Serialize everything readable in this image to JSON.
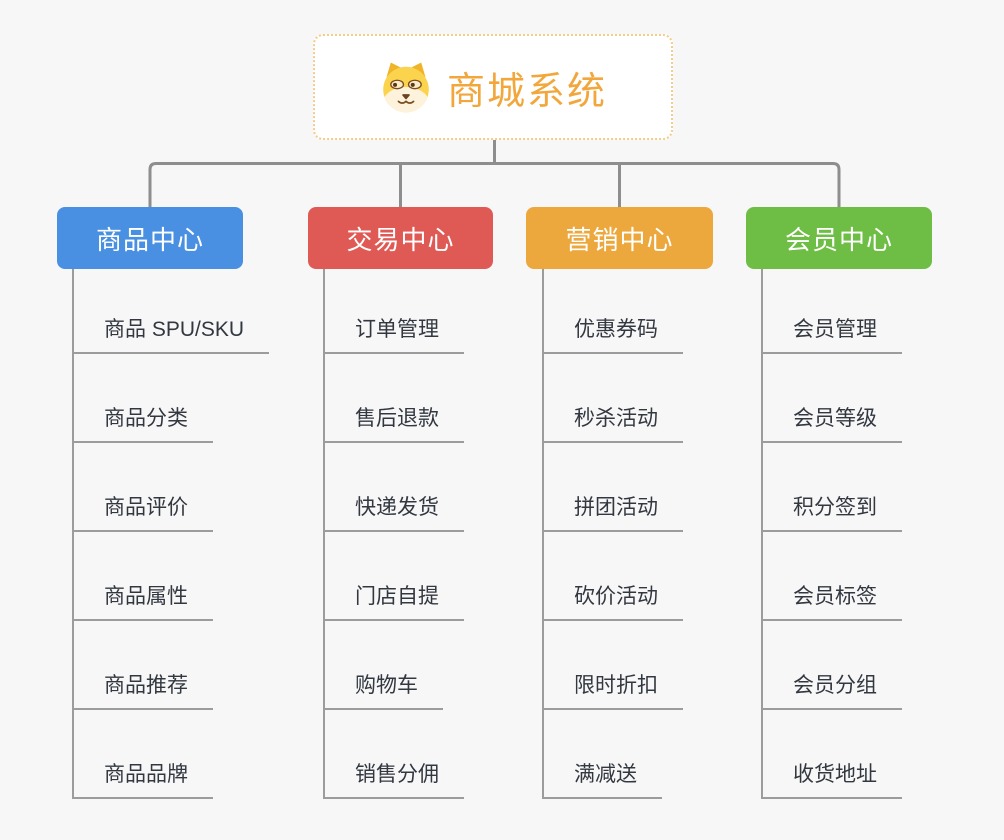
{
  "root": {
    "title": "商城系统",
    "icon": "dog-face-icon"
  },
  "branches": [
    {
      "label": "商品中心",
      "color": "#4A90E2",
      "items": [
        "商品 SPU/SKU",
        "商品分类",
        "商品评价",
        "商品属性",
        "商品推荐",
        "商品品牌"
      ]
    },
    {
      "label": "交易中心",
      "color": "#E05A55",
      "items": [
        "订单管理",
        "售后退款",
        "快递发货",
        "门店自提",
        "购物车",
        "销售分佣"
      ]
    },
    {
      "label": "营销中心",
      "color": "#ECA83C",
      "items": [
        "优惠券码",
        "秒杀活动",
        "拼团活动",
        "砍价活动",
        "限时折扣",
        "满减送"
      ]
    },
    {
      "label": "会员中心",
      "color": "#6EBE46",
      "items": [
        "会员管理",
        "会员等级",
        "积分签到",
        "会员标签",
        "会员分组",
        "收货地址"
      ]
    }
  ],
  "colors": {
    "background": "#F7F7F7",
    "root_text": "#F2A73D",
    "root_border": "#F4CC8B",
    "connector": "#8E8E8E",
    "leaf_line": "#9C9C9C",
    "leaf_text": "#333840"
  }
}
